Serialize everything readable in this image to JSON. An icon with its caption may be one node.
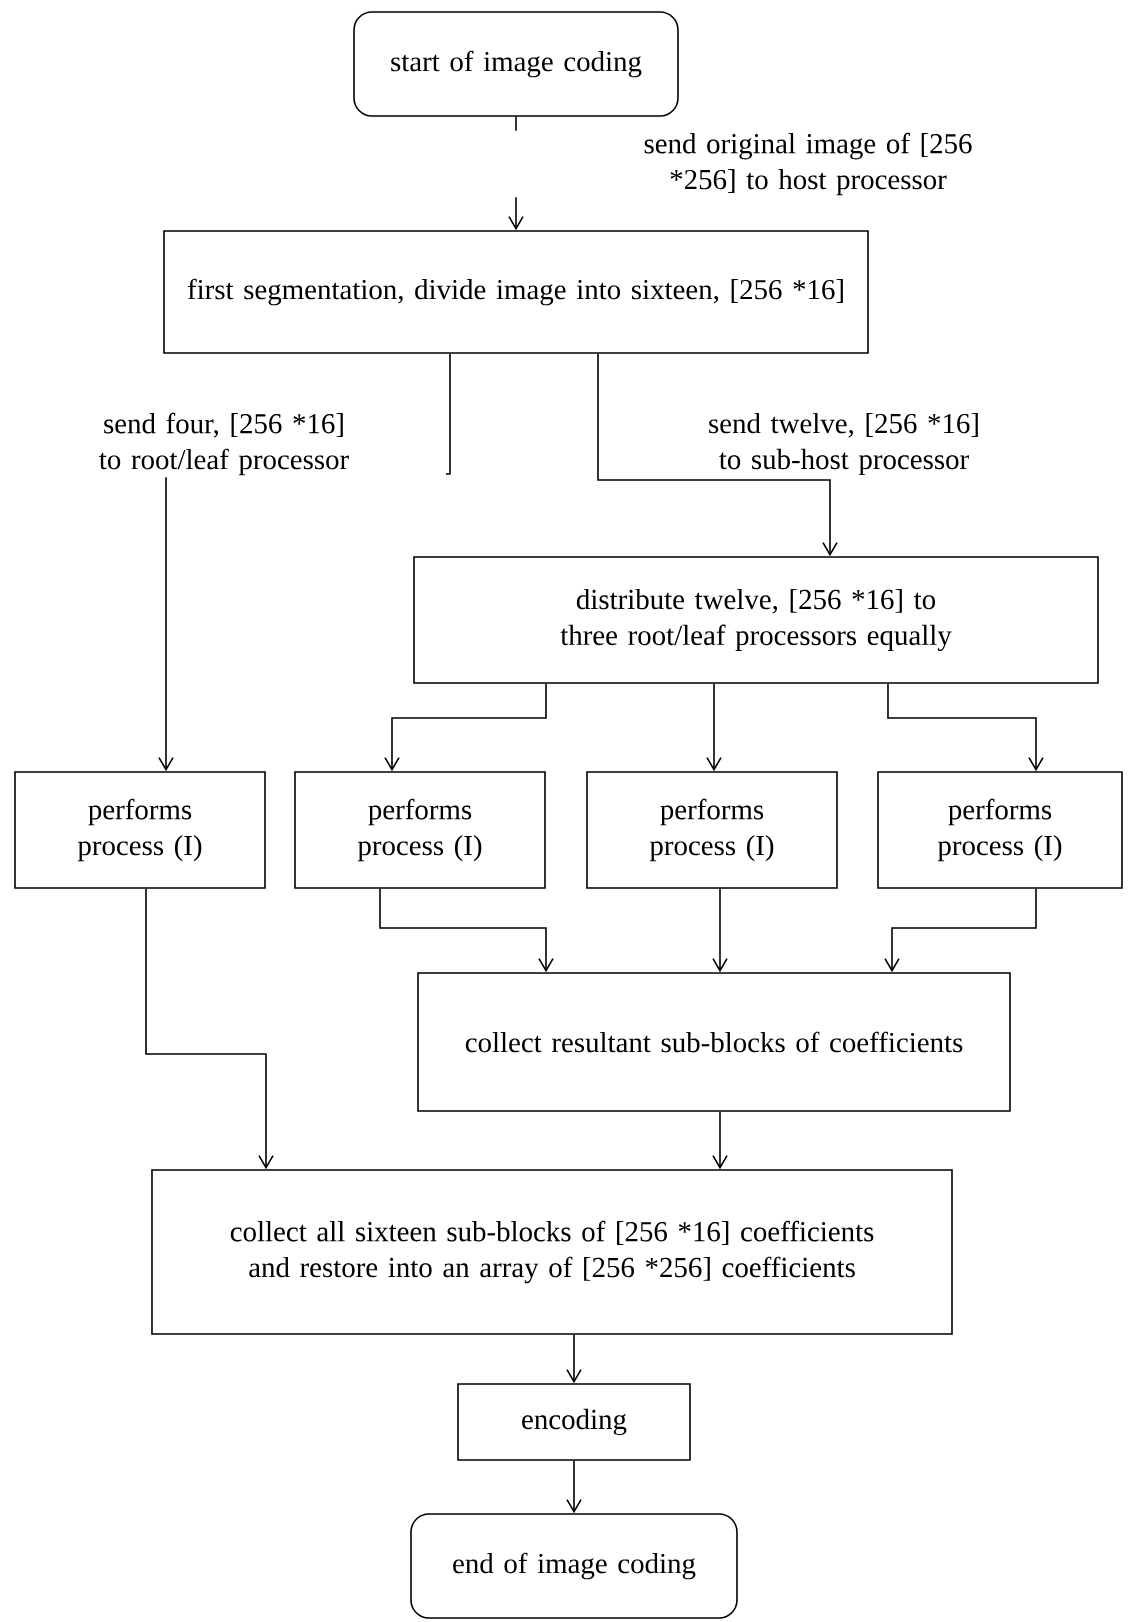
{
  "diagram": {
    "nodes": [
      {
        "text": [
          "start of image coding"
        ]
      },
      {
        "text": [
          "first segmentation, divide image into sixteen, [256 *16]"
        ]
      },
      {
        "text": [
          "distribute twelve, [256 *16] to three root/leaf processors equally"
        ]
      },
      {
        "text": [
          "performs process (I)"
        ]
      },
      {
        "text": [
          "performs process (I)"
        ]
      },
      {
        "text": [
          "performs process (I)"
        ]
      },
      {
        "text": [
          "performs process (I)"
        ]
      },
      {
        "text": [
          "collect resultant sub-blocks of coefficients"
        ]
      },
      {
        "text": [
          "collect all sixteen sub-blocks of [256 *16] coefficients and restore into an array of [256 *256] coefficients"
        ]
      },
      {
        "text": [
          "encoding"
        ]
      },
      {
        "text": [
          "end of image coding"
        ]
      }
    ],
    "edges": [
      {
        "from": 0,
        "to": 1,
        "arrow": "to",
        "label": "send original image of [256 *256] to host processor"
      },
      {
        "from": 1,
        "to": 3,
        "arrow": "to",
        "label": "send four, [256 *16] to root/leaf processor"
      },
      {
        "from": 1,
        "to": 2,
        "arrow": "to",
        "label": "send twelve, [256 *16] to sub-host processor"
      },
      {
        "from": 2,
        "to": 4,
        "arrow": "to"
      },
      {
        "from": 2,
        "to": 5,
        "arrow": "to"
      },
      {
        "from": 2,
        "to": 6,
        "arrow": "to"
      },
      {
        "from": 3,
        "to": 8,
        "arrow": "to"
      },
      {
        "from": 4,
        "to": 7,
        "arrow": "to"
      },
      {
        "from": 5,
        "to": 7,
        "arrow": "to"
      },
      {
        "from": 6,
        "to": 7,
        "arrow": "to"
      },
      {
        "from": 7,
        "to": 8,
        "arrow": "to"
      },
      {
        "from": 8,
        "to": 9,
        "arrow": "to"
      },
      {
        "from": 9,
        "to": 10,
        "arrow": "to"
      }
    ]
  }
}
